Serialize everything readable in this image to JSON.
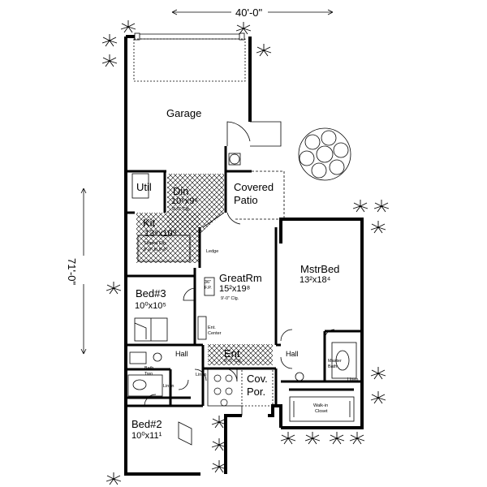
{
  "dimensions": {
    "width": "40'-0\"",
    "depth": "71'-0\""
  },
  "rooms": {
    "garage": {
      "name": "Garage"
    },
    "util": {
      "name": "Util"
    },
    "dining": {
      "name": "Din",
      "size": "10⁶x9⁶",
      "ceiling": "9'-0\" Clg."
    },
    "covered_patio": {
      "name": "Covered\nPatio",
      "line1": "Covered",
      "line2": "Patio"
    },
    "kitchen": {
      "name": "Kit",
      "size": "13⁸x10⁰",
      "ceiling_line1": "Sloped Clg.",
      "ceiling_line2": "8'-0\" to 9'-0\""
    },
    "great_room": {
      "name": "GreatRm",
      "size": "15²x19⁸",
      "ceiling": "9'-0\" Clg."
    },
    "master_bed": {
      "name": "MstrBed",
      "size": "13²x18⁴"
    },
    "bed3": {
      "name": "Bed#3",
      "size": "10⁰x10⁵"
    },
    "bed2": {
      "name": "Bed#2",
      "size": "10⁰x11¹"
    },
    "entry": {
      "name": "Ent",
      "ceiling": "9'-0\" Clg."
    },
    "cov_porch": {
      "line1": "Cov.",
      "line2": "Por."
    },
    "hall_left": {
      "name": "Hall"
    },
    "hall_right": {
      "name": "Hall"
    },
    "bath_two": {
      "line1": "Bath",
      "line2": "Two"
    },
    "master_bath": {
      "line1": "Master",
      "line2": "Bath"
    },
    "walkin_closet": {
      "line1": "Walk-in",
      "line2": "Closet"
    },
    "linen_left1": {
      "name": "Linen"
    },
    "linen_left2": {
      "name": "Linen"
    },
    "linen_right": {
      "name": "Linen"
    }
  },
  "annotations": {
    "ledge": "Ledge",
    "fireplace_line1": "36\"",
    "fireplace_line2": "F.P.",
    "ent_center_line1": "Ent.",
    "ent_center_line2": "Center"
  },
  "colors": {
    "line": "#000000",
    "hatch": "#000000",
    "background": "#ffffff"
  }
}
